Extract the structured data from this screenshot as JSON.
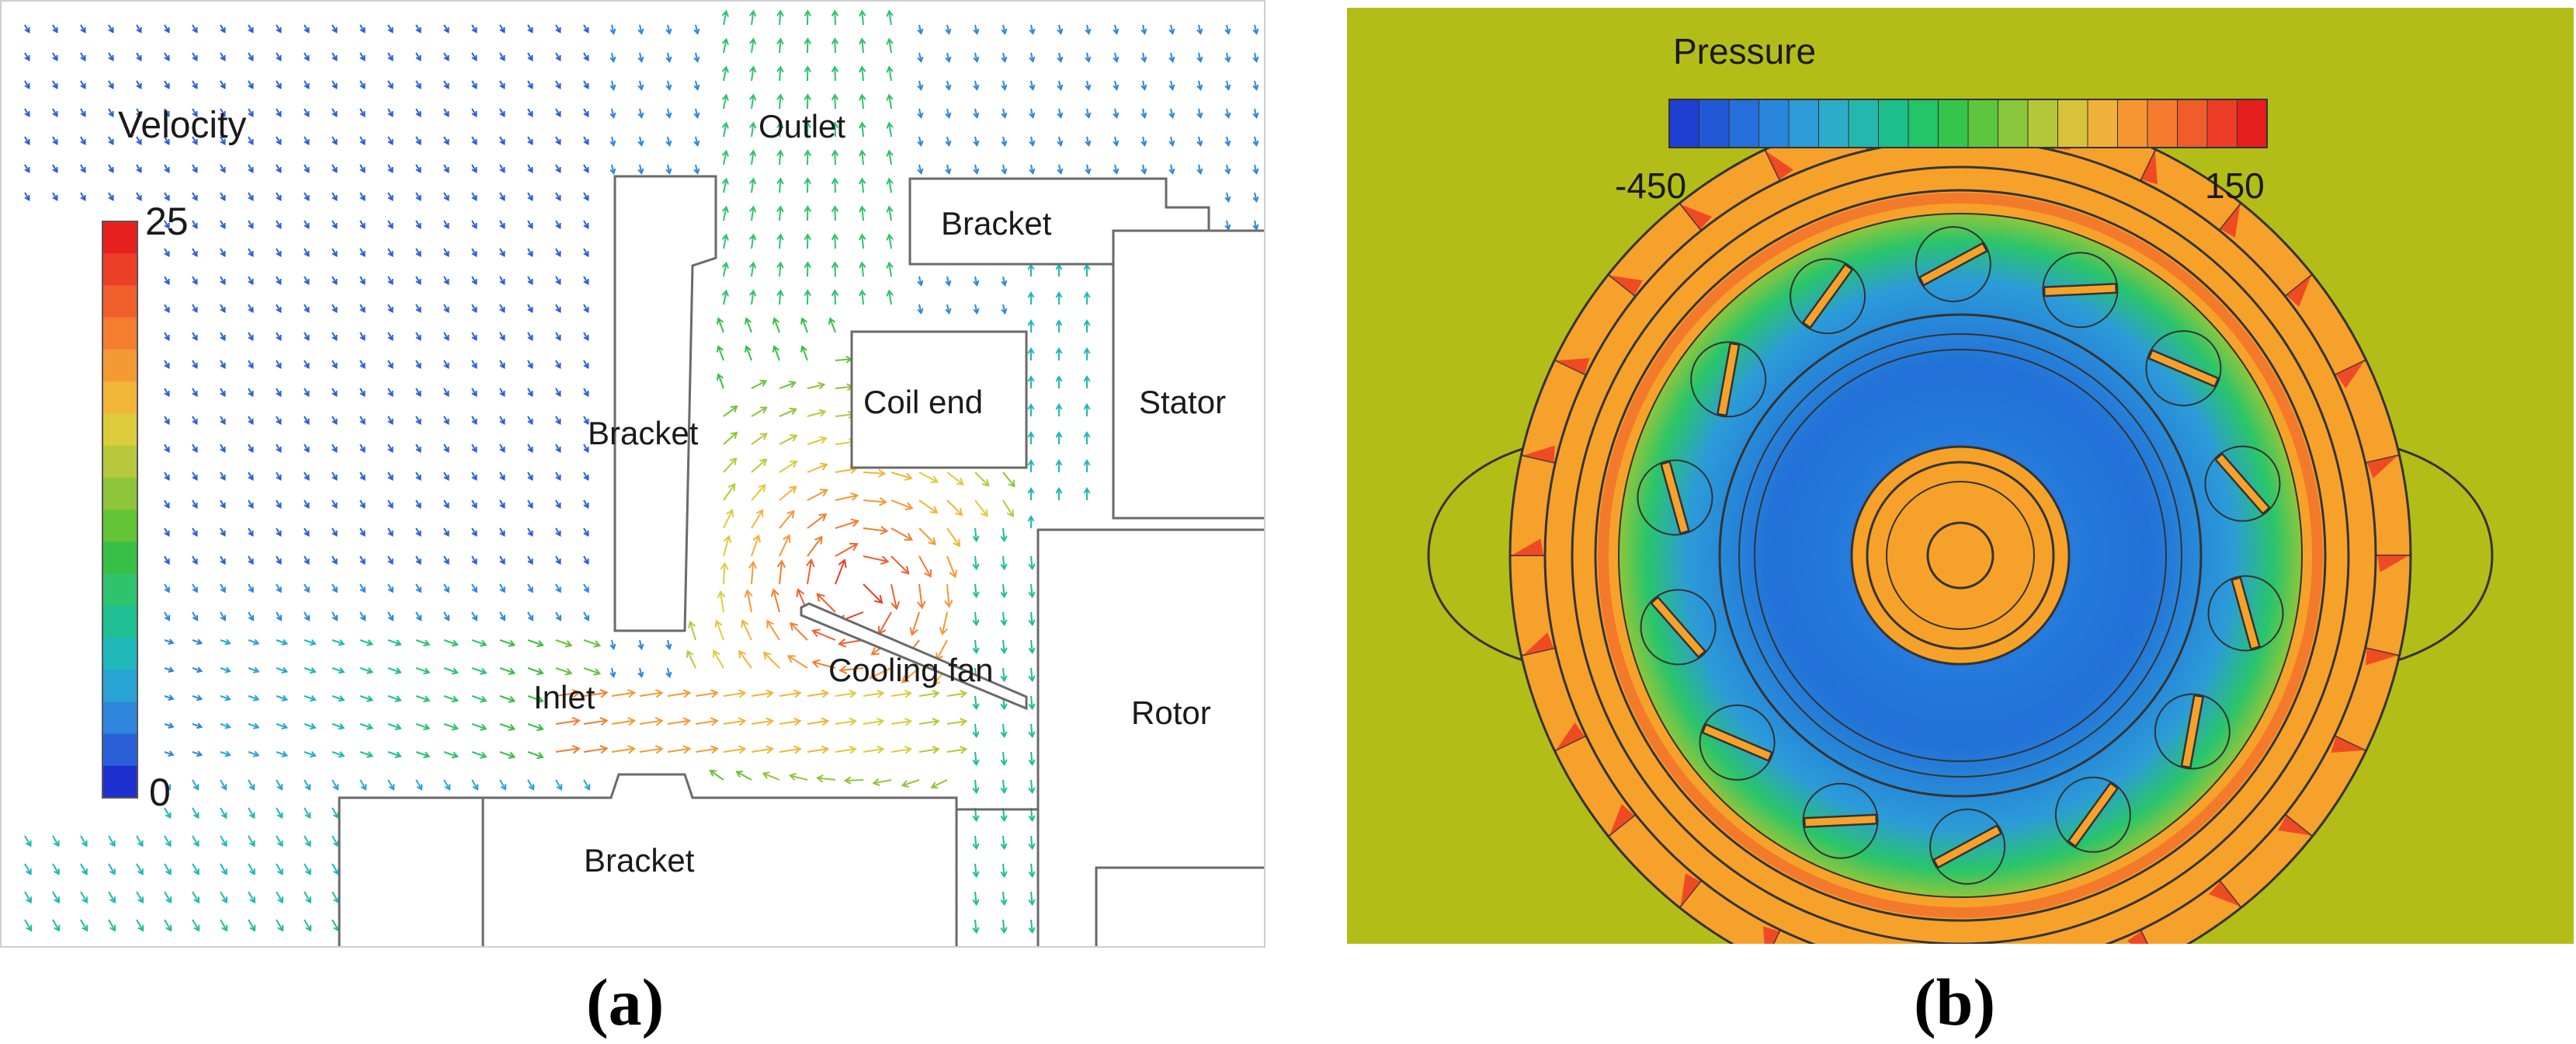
{
  "panel_a": {
    "legend_title": "Velocity",
    "legend_max": "25",
    "legend_min": "0",
    "labels": {
      "outlet": "Outlet",
      "bracket_top": "Bracket",
      "coil_end": "Coil end",
      "stator": "Stator",
      "bracket_left": "Bracket",
      "inlet": "Inlet",
      "cooling_fan": "Cooling fan",
      "rotor": "Rotor",
      "bracket_bottom": "Bracket"
    },
    "colorbar_colors": [
      "#1e2fd0",
      "#2a5fd8",
      "#2f86dc",
      "#2aa4d4",
      "#20b7b8",
      "#1dbf93",
      "#2ec36c",
      "#38bf46",
      "#64c437",
      "#8ec43a",
      "#b8c83c",
      "#dccc3c",
      "#f1b538",
      "#f49a35",
      "#f47d30",
      "#f1602c",
      "#ed3f27",
      "#e82020"
    ]
  },
  "panel_b": {
    "legend_title": "Pressure",
    "legend_min": "-450",
    "legend_max": "150",
    "colorbar_colors": [
      "#1f3fd1",
      "#2257d6",
      "#256edb",
      "#2a86dd",
      "#2c9bd8",
      "#2cacc8",
      "#24b7ad",
      "#1dbf8c",
      "#23c46a",
      "#35c54c",
      "#5ec63e",
      "#8ac63b",
      "#b4c73a",
      "#d8c23a",
      "#f1b039",
      "#f59632",
      "#f47a2e",
      "#f05c2a",
      "#ec3c25",
      "#e71e1e"
    ],
    "colors": {
      "background": "#b3bd18",
      "ring": "#f6a22a",
      "hot": "#ec3c25",
      "core": "#1e6ad8",
      "mid": "#2f95d9",
      "green": "#2fc352"
    }
  },
  "captions": {
    "a": "(a)",
    "b": "(b)"
  }
}
